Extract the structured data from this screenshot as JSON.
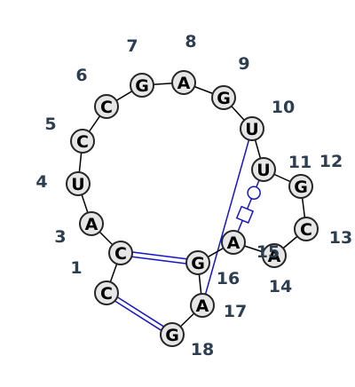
{
  "colors": {
    "base_pair": "#1515c8",
    "backbone": "#000000",
    "label": "#2c3e50",
    "node_fill": "#e6e6e6"
  },
  "nucleotides": [
    {
      "base": "C",
      "label": "1"
    },
    {
      "base": "C",
      "label": ""
    },
    {
      "base": "A",
      "label": "3"
    },
    {
      "base": "U",
      "label": "4"
    },
    {
      "base": "C",
      "label": "5"
    },
    {
      "base": "C",
      "label": "6"
    },
    {
      "base": "G",
      "label": "7"
    },
    {
      "base": "A",
      "label": "8"
    },
    {
      "base": "G",
      "label": "9"
    },
    {
      "base": "U",
      "label": "10"
    },
    {
      "base": "U",
      "label": "11"
    },
    {
      "base": "G",
      "label": "12"
    },
    {
      "base": "C",
      "label": "13"
    },
    {
      "base": "A",
      "label": "14"
    },
    {
      "base": "A",
      "label": "15"
    },
    {
      "base": "G",
      "label": "16"
    },
    {
      "base": "A",
      "label": "17"
    },
    {
      "base": "G",
      "label": "18"
    }
  ],
  "backbone_order": [
    1,
    2,
    3,
    4,
    5,
    6,
    7,
    8,
    9,
    10,
    11,
    12,
    13,
    14,
    15,
    16,
    17,
    18
  ],
  "pairs": [
    {
      "i": 1,
      "j": 18,
      "style": "double"
    },
    {
      "i": 2,
      "j": 16,
      "style": "double"
    },
    {
      "i": 10,
      "j": 17,
      "style": "single"
    },
    {
      "i": 11,
      "j": 15,
      "style": "noncanonical"
    }
  ]
}
